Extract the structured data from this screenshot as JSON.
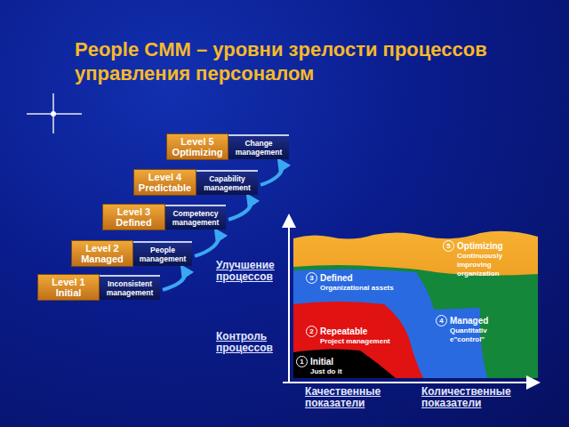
{
  "diagram": {
    "title": "People CMM – уровни зрелости процессов управления персоналом",
    "nodes": [
      {
        "text": [
          "Level 5",
          "Optimizing"
        ]
      },
      {
        "text": [
          "Change management"
        ]
      },
      {
        "text": [
          "Level 4",
          "Predictable"
        ]
      },
      {
        "text": [
          "Capability management"
        ]
      },
      {
        "text": [
          "Level 3",
          "Defined"
        ]
      },
      {
        "text": [
          "Competency management"
        ]
      },
      {
        "text": [
          "Level 2",
          "Managed"
        ]
      },
      {
        "text": [
          "People management"
        ]
      },
      {
        "text": [
          "Level 1",
          "Initial"
        ]
      },
      {
        "text": [
          "Inconsistent management"
        ]
      },
      {
        "text": [
          "5",
          "Optimizing",
          "Continuously improving organization"
        ]
      },
      {
        "text": [
          "3",
          "Defined",
          "Organizational assets"
        ]
      },
      {
        "text": [
          "4",
          "Managed",
          "Quantitativ e\"control\""
        ]
      },
      {
        "text": [
          "2",
          "Repeatable",
          "Project management"
        ]
      },
      {
        "text": [
          "1",
          "Initial",
          "Just do it"
        ]
      }
    ],
    "edges": [
      {
        "from": 9,
        "to": 7,
        "arrow": "to"
      },
      {
        "from": 7,
        "to": 5,
        "arrow": "to"
      },
      {
        "from": 5,
        "to": 3,
        "arrow": "to"
      },
      {
        "from": 3,
        "to": 1,
        "arrow": "to"
      }
    ],
    "labels": [
      "Улучшение процессов",
      "Контроль процессов",
      "Качественные показатели",
      "Количественные показатели"
    ]
  }
}
